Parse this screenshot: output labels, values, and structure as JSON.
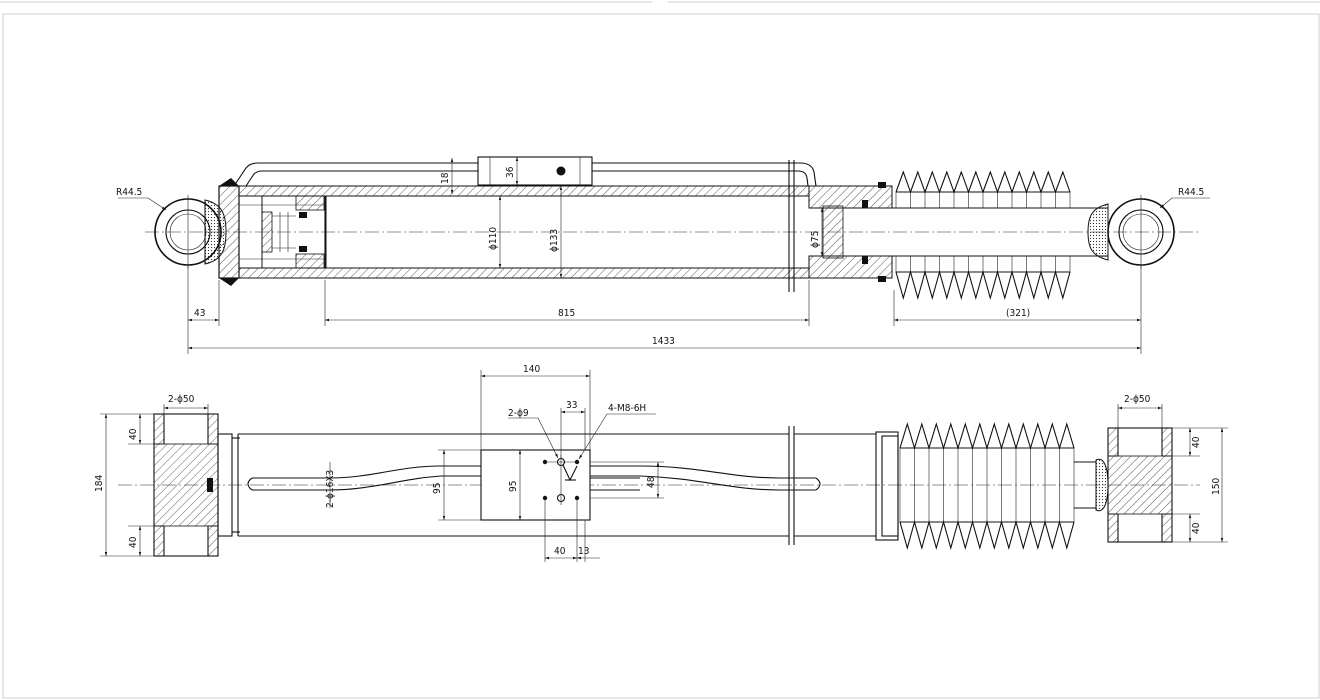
{
  "drawing": {
    "colors": {
      "line": "#111111",
      "paper": "#ffffff",
      "frame": "#cfcfcf",
      "hatch": "#333333"
    },
    "side_view": {
      "radius_left": "R44.5",
      "radius_right": "R44.5",
      "wall_thickness": "18",
      "block_height": "36",
      "bore_diameter": "ϕ110",
      "tube_outer_diameter": "ϕ133",
      "rod_diameter": "ϕ75",
      "eye_offset": "43",
      "tube_length": "815",
      "rod_extension": "(321)",
      "overall_length": "1433"
    },
    "top_view": {
      "bore_left": "2-ϕ50",
      "bore_right": "2-ϕ50",
      "block_width": "140",
      "hole_spacing": "33",
      "thread_holes": "4-M8-6H",
      "holes": "2-ϕ9",
      "pipe": "2-ϕ16X3",
      "left_upper": "40",
      "left_overall": "184",
      "left_lower": "40",
      "pipe_span": "95",
      "block_depth": "95",
      "block_offset": "48",
      "hole_pitch": "40",
      "hole_edge": "13",
      "right_upper": "40",
      "right_overall": "150",
      "right_lower": "40"
    }
  }
}
